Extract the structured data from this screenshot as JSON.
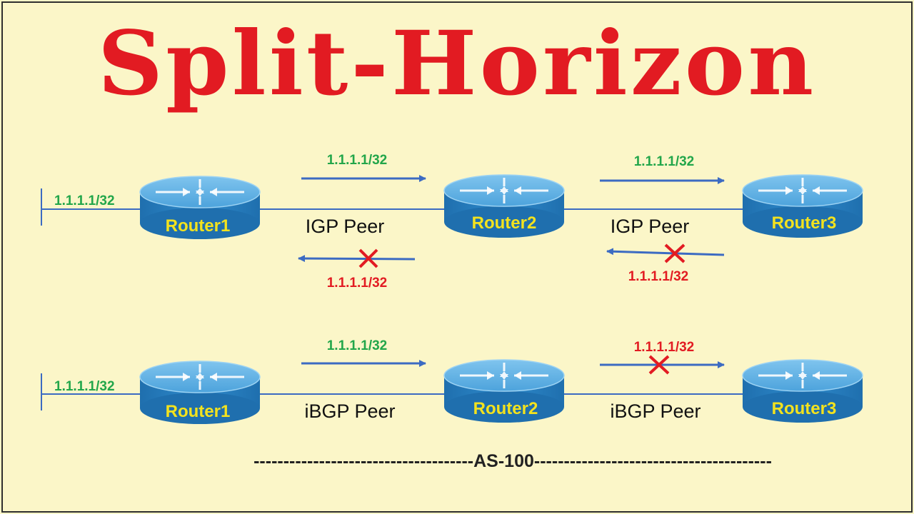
{
  "title": "Split-Horizon",
  "igp_row": {
    "network_label": "1.1.1.1/32",
    "routers": [
      "Router1",
      "Router2",
      "Router3"
    ],
    "peer_labels": [
      "IGP Peer",
      "IGP Peer"
    ],
    "forward_labels": [
      "1.1.1.1/32",
      "1.1.1.1/32"
    ],
    "blocked_labels": [
      "1.1.1.1/32",
      "1.1.1.1/32"
    ]
  },
  "ibgp_row": {
    "network_label": "1.1.1.1/32",
    "routers": [
      "Router1",
      "Router2",
      "Router3"
    ],
    "peer_labels": [
      "iBGP Peer",
      "iBGP Peer"
    ],
    "forward_labels": [
      "1.1.1.1/32"
    ],
    "blocked_labels": [
      "1.1.1.1/32"
    ]
  },
  "as_label": "-------------------------------------AS-100----------------------------------------",
  "colors": {
    "background": "#fbf6c8",
    "title": "#e21b22",
    "router_body": "#2f86c6",
    "router_label": "#f3e21e",
    "advertised": "#22a64a",
    "blocked": "#e21b22",
    "arrow": "#3c6bc2"
  }
}
